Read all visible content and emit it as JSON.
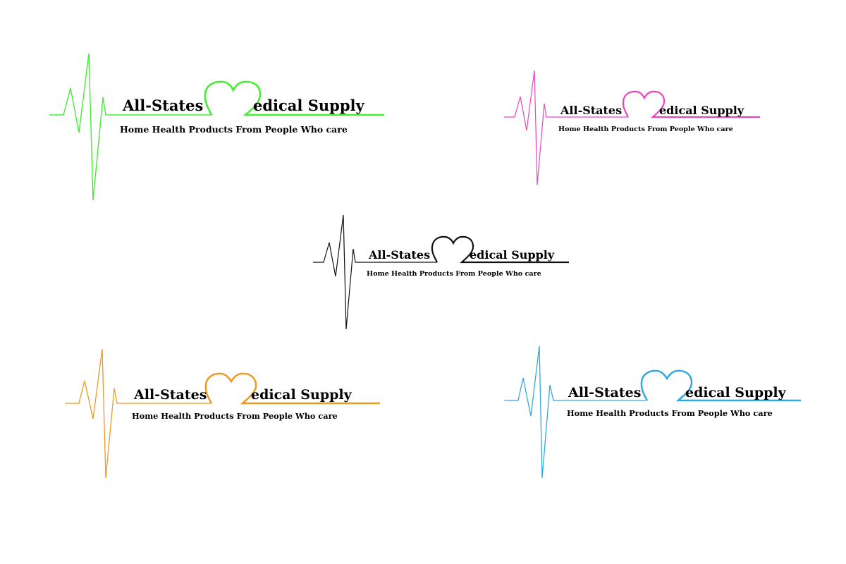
{
  "logo_text": {
    "name_part1": "All-States",
    "name_part2": "edical Supply",
    "tagline": "Home Health Products From People Who care"
  },
  "variants": [
    {
      "id": "green",
      "color": "#44ee33"
    },
    {
      "id": "pink",
      "color": "#ee44bb"
    },
    {
      "id": "black",
      "color": "#111111"
    },
    {
      "id": "orange",
      "color": "#ee9922"
    },
    {
      "id": "blue",
      "color": "#33a8dd"
    }
  ]
}
